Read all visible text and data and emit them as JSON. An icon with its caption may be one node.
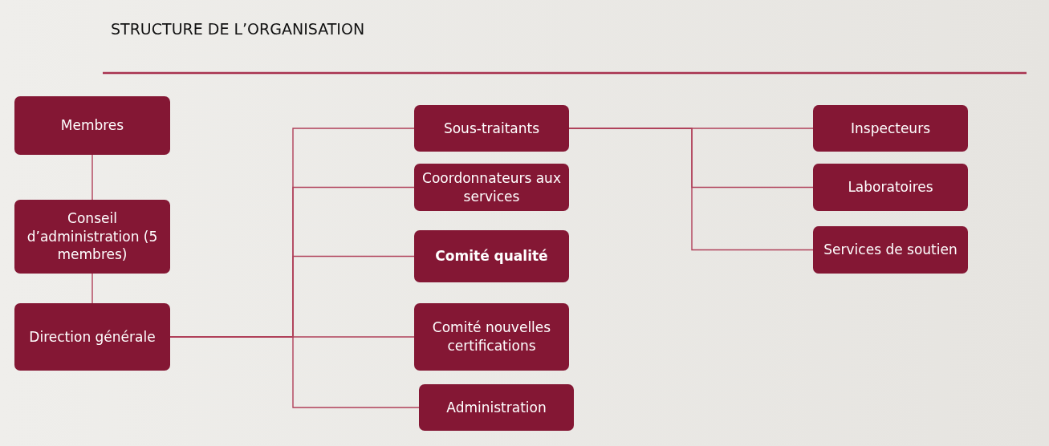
{
  "diagram": {
    "title": "STRUCTURE DE L’ORGANISATION",
    "nodes": [
      {
        "text": [
          "Membres"
        ]
      },
      {
        "text": [
          "Conseil d’administration (5 membres)"
        ]
      },
      {
        "text": [
          "Direction générale"
        ]
      },
      {
        "text": [
          "Sous-traitants"
        ]
      },
      {
        "text": [
          "Coordonnateurs aux services"
        ]
      },
      {
        "text": [
          "Comité qualité"
        ]
      },
      {
        "text": [
          "Comité nouvelles certifications"
        ]
      },
      {
        "text": [
          "Administration"
        ]
      },
      {
        "text": [
          "Inspecteurs"
        ]
      },
      {
        "text": [
          "Laboratoires"
        ]
      },
      {
        "text": [
          "Services de soutien"
        ]
      }
    ],
    "edges": [
      {
        "from": 0,
        "to": 1,
        "arrow": "none"
      },
      {
        "from": 1,
        "to": 2,
        "arrow": "none"
      },
      {
        "from": 2,
        "to": 3,
        "arrow": "none"
      },
      {
        "from": 2,
        "to": 4,
        "arrow": "none"
      },
      {
        "from": 2,
        "to": 5,
        "arrow": "none"
      },
      {
        "from": 2,
        "to": 6,
        "arrow": "none"
      },
      {
        "from": 2,
        "to": 7,
        "arrow": "none"
      },
      {
        "from": 3,
        "to": 8,
        "arrow": "none"
      },
      {
        "from": 3,
        "to": 9,
        "arrow": "none"
      },
      {
        "from": 3,
        "to": 10,
        "arrow": "none"
      }
    ]
  }
}
